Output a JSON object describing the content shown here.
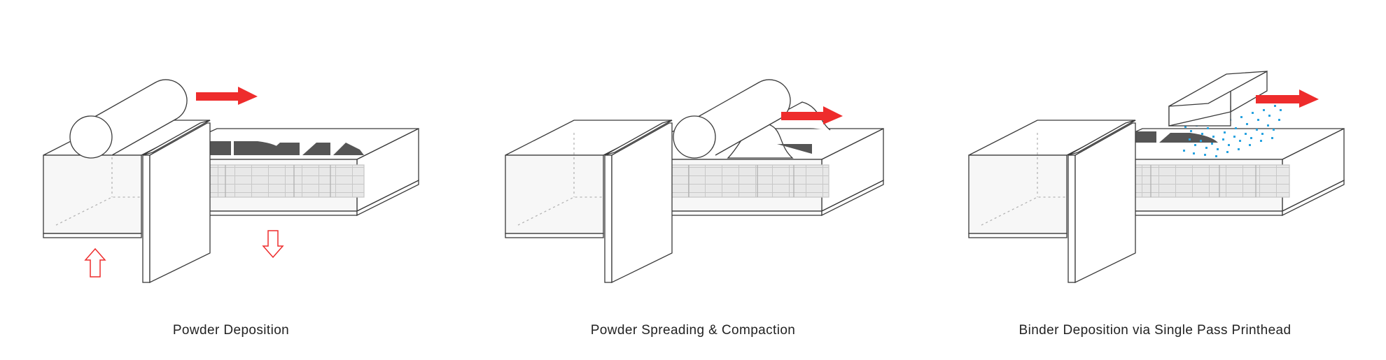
{
  "steps": [
    {
      "caption": "Powder Deposition"
    },
    {
      "caption": "Powder Spreading & Compaction"
    },
    {
      "caption": "Binder Deposition via Single Pass Printhead"
    }
  ],
  "colors": {
    "line": "#3a3a3a",
    "dotted": "#b5b5b5",
    "cavity": "#f4f4f4",
    "layer_fill": "#e6e6e6",
    "layer_line": "#c4c4c4",
    "printed_part": "#555555",
    "motion_arrow": "#ee2c2c",
    "piston_arrow": "#ee2c2c",
    "binder_droplets": "#29a3e0"
  },
  "icons": [
    "roller",
    "motion-arrow",
    "piston-up-arrow",
    "piston-down-arrow",
    "printhead",
    "binder-droplets"
  ]
}
